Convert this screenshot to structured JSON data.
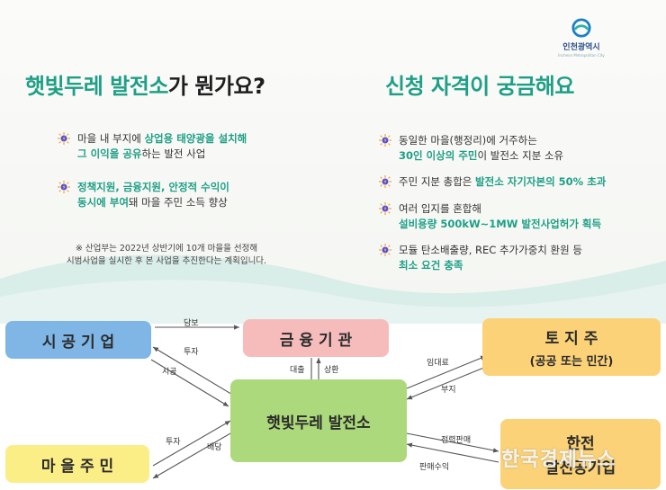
{
  "header": {
    "logo_name": "인천광역시",
    "logo_sub": "Incheon Metropolitan City",
    "left_title_part1": "햇빛두레 발전소",
    "left_title_part2": "가 뭔가요?",
    "right_title": "신청 자격이 궁금해요"
  },
  "left_bullets": [
    {
      "line1_plain": "마을 내 부지에 ",
      "line1_em": "상업용 태양광을 설치해",
      "line2_em": "그 이익을 공유",
      "line2_plain": "하는 발전 사업"
    },
    {
      "line1_em": "정책지원, 금융지원, 안정적 수익이",
      "line2_em": "동시에 부여",
      "line2_plain": "돼 마을 주민 소득 향상"
    }
  ],
  "note": {
    "line1": "※ 산업부는 2022년 상반기에 10개 마을을 선정해",
    "line2": "시범사업을 실시한 후 본 사업을 추진한다는 계획입니다."
  },
  "right_bullets": [
    {
      "line1_plain": "동일한 마을(행정리)에 거주하는",
      "line2_em": "30인 이상의 주민",
      "line2_plain": "이 발전소 지분 소유"
    },
    {
      "line1_plain": "주민 지분 총합은 ",
      "line1_em": "발전소 자기자본의 50% 초과"
    },
    {
      "line1_plain": "여러 입지를 혼합해",
      "line2_em": "설비용량 500kW~1MW 발전사업허가 획득"
    },
    {
      "line1_plain": "모듈 탄소배출량, REC 추가가중치 환원 등",
      "line2_em": "최소 요건 충족"
    }
  ],
  "diagram": {
    "nodes": {
      "construction": "시 공 기 업",
      "finance": "금 융 기 관",
      "landowner_line1": "토 지 주",
      "landowner_line2": "(공공 또는 민간)",
      "plant": "햇빛두레 발전소",
      "residents": "마 을 주 민",
      "kepco_line1": "한전",
      "kepco_line2": "발전공기업"
    },
    "edges": {
      "collateral": "담보",
      "invest_top": "투자",
      "construct": "시공",
      "loan": "대출",
      "repay": "상환",
      "lease_fee": "임대료",
      "site": "부지",
      "invest_bottom": "투자",
      "dividend": "배당",
      "power_sale": "전력판매",
      "sale_revenue": "판매수익"
    }
  },
  "watermark": "한국경제뉴스",
  "colors": {
    "accent_green": "#1f9f86",
    "node_blue": "#7fb6e6",
    "node_pink": "#f6bcbc",
    "node_orange": "#fbd277",
    "node_green": "#acd97b",
    "node_yellow": "#fbee87"
  },
  "icons": [
    "sun-bolt-icon",
    "incheon-logo-icon"
  ]
}
